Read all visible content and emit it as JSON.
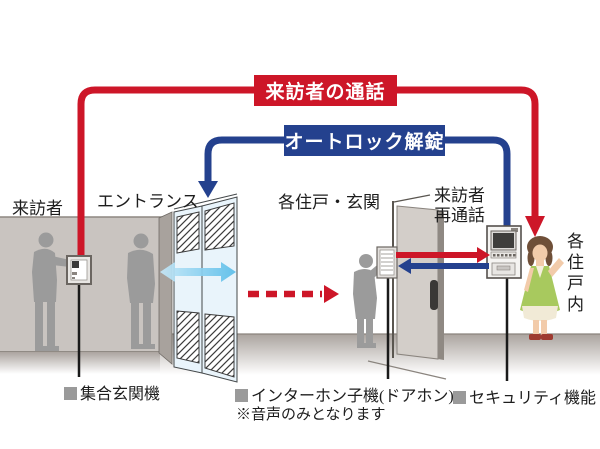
{
  "banners": {
    "visitor_call": "来訪者の通話",
    "autolock_release": "オートロック解錠"
  },
  "labels": {
    "visitor": "来訪者",
    "entrance": "エントランス",
    "unit_entrance": "各住戸・玄関",
    "visitor_recall_line1": "来訪者",
    "visitor_recall_line2": "再通話",
    "inside_unit": "各住戸内"
  },
  "legend": {
    "entrance_station": "集合玄関機",
    "doorphone": "インターホン子機(ドアホン)",
    "doorphone_note": "※音声のみとなります",
    "security_function": "セキュリティ機能"
  },
  "colors": {
    "call_red": "#cd1628",
    "autolock_blue": "#24418e",
    "slide_arrow_blue": "#7ecdf0",
    "legend_square_gray": "#9a9a9a"
  }
}
